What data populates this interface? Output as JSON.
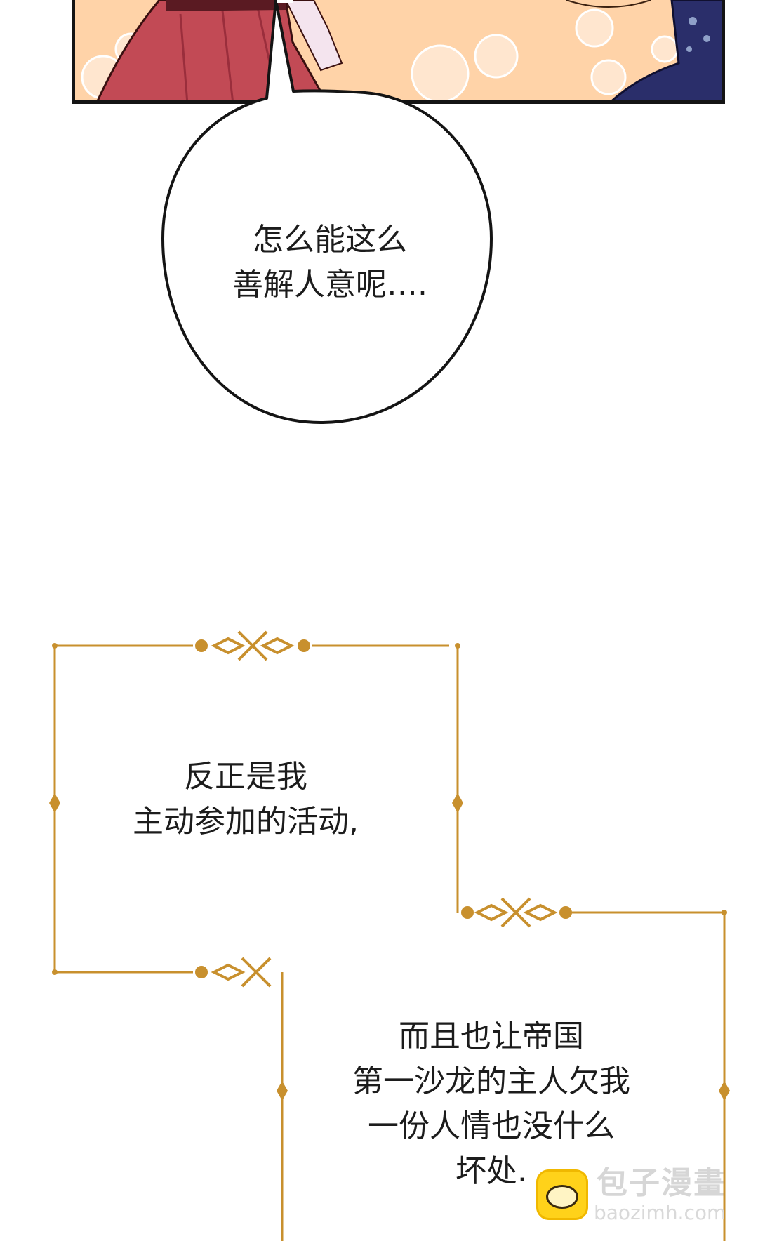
{
  "speech_bubble": {
    "lines": [
      "怎么能这么",
      "善解人意呢…."
    ]
  },
  "captions": [
    {
      "lines": [
        "反正是我",
        "主动参加的活动,"
      ]
    },
    {
      "lines": [
        "而且也让帝国",
        "第一沙龙的主人欠我",
        "一份人情也没什么",
        "坏处."
      ]
    }
  ],
  "watermark": {
    "brand": "包子漫畫",
    "url": "baozimh.com"
  },
  "colors": {
    "panel_bg": "#ffd3a8",
    "frame_gold": "#c8902e",
    "outline": "#141414",
    "dress": "#c24a55"
  }
}
